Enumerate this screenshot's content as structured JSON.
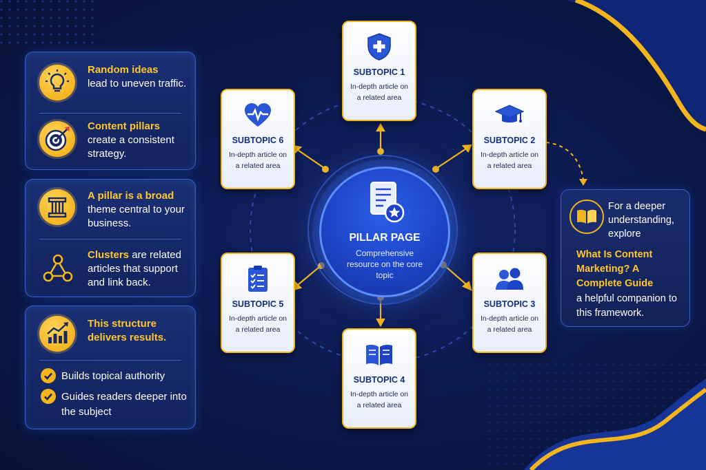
{
  "left_panels": {
    "panel1": {
      "row1": {
        "highlight": "Random ideas",
        "text": "lead to uneven traffic."
      },
      "row2": {
        "highlight": "Content pillars",
        "text": "create a consistent strategy."
      }
    },
    "panel2": {
      "row1": {
        "highlight": "A pillar is a broad",
        "text": "theme central to your business."
      },
      "row2": {
        "highlight": "Clusters",
        "text": "are related articles that support and link back."
      }
    },
    "panel3": {
      "highlight": "This structure delivers results.",
      "checks": [
        "Builds topical authority",
        "Guides readers deeper into the subject"
      ]
    }
  },
  "hub": {
    "title": "PILLAR PAGE",
    "desc": "Comprehensive resource on the core topic"
  },
  "subtopics": [
    {
      "title": "SUBTOPIC 1",
      "desc": "In-depth article on a related area",
      "icon": "shield-plus-icon"
    },
    {
      "title": "SUBTOPIC 2",
      "desc": "In-depth article on a related area",
      "icon": "graduation-cap-icon"
    },
    {
      "title": "SUBTOPIC 3",
      "desc": "In-depth article on a related area",
      "icon": "people-icon"
    },
    {
      "title": "SUBTOPIC 4",
      "desc": "In-depth article on a related area",
      "icon": "open-book-icon"
    },
    {
      "title": "SUBTOPIC 5",
      "desc": "In-depth article on a related area",
      "icon": "clipboard-checklist-icon"
    },
    {
      "title": "SUBTOPIC 6",
      "desc": "In-depth article on a related area",
      "icon": "heart-pulse-icon"
    }
  ],
  "info_box": {
    "intro": "For a deeper understanding, explore",
    "link": "What Is Content Marketing? A Complete Guide",
    "tail": "a helpful companion to this framework."
  },
  "colors": {
    "accent": "#f2b51d",
    "highlight_text": "#ffc62b",
    "hub_blue": "#1d44c6",
    "card_title": "#14307e",
    "background": "#0b1a4d"
  }
}
